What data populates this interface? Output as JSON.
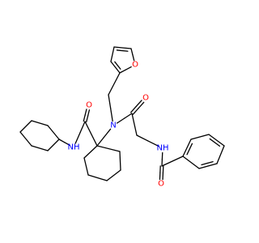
{
  "molecule": {
    "atom_labels": {
      "furan_o": "O",
      "amide_n_center": "N",
      "amide_o_center": "O",
      "amide_n_cyclohexyl": "NH",
      "amide_o_cyclohexyl": "O",
      "amide_n_benzoyl": "NH",
      "amide_o_benzoyl": "O"
    },
    "colors": {
      "bond": "#000000",
      "oxygen": "#ff0000",
      "nitrogen": "#0000ff",
      "background": "#ffffff"
    }
  }
}
